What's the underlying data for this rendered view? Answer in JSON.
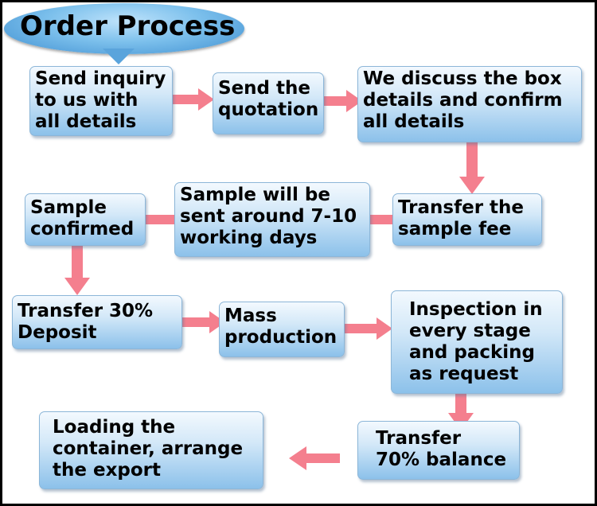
{
  "title": "Order Process",
  "colors": {
    "arrow": "#f47f8e",
    "title_bubble": "#5aa4dc",
    "box": "#a9d1f0"
  },
  "steps": [
    "Send inquiry\nto us with\nall details",
    "Send the\nquotation",
    "We discuss the box\ndetails and confirm\nall details",
    "Transfer the\nsample fee",
    "Sample will be\nsent around 7-10\nworking days",
    "Sample\nconfirmed",
    "Transfer 30%\nDeposit",
    "Mass\nproduction",
    "Inspection in\nevery stage\nand packing\nas request",
    "Transfer\n70% balance",
    "Loading the\ncontainer, arrange\nthe export"
  ]
}
